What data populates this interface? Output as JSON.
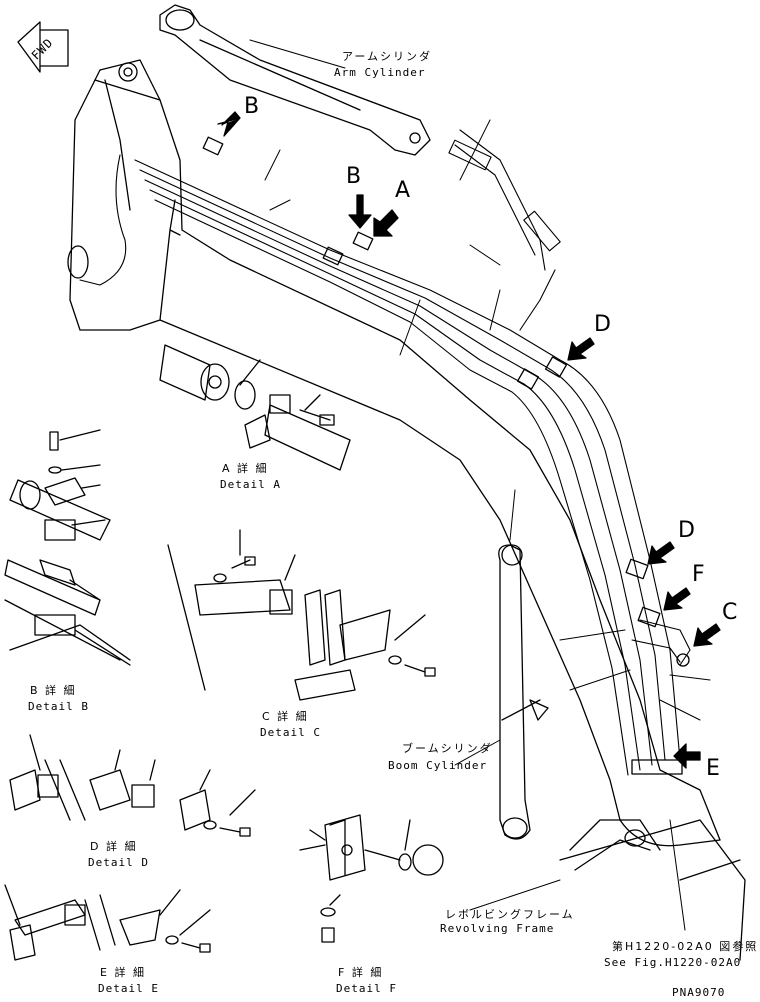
{
  "fwd_label": "FWD",
  "arm_cylinder": {
    "jp": "アームシリンダ",
    "en": "Arm Cylinder"
  },
  "boom_cylinder": {
    "jp": "ブームシリンダ",
    "en": "Boom Cylinder"
  },
  "revolving_frame": {
    "jp": "レボルビングフレーム",
    "en": "Revolving Frame"
  },
  "see_fig": {
    "jp": "第H1220-02A0 図参照",
    "en": "See Fig.H1220-02A0"
  },
  "drawing_code": "PNA9070",
  "callouts": {
    "a": "A",
    "b": "B",
    "c": "C",
    "d": "D",
    "e": "E",
    "f": "F"
  },
  "details": {
    "a": {
      "jp": "A 詳 細",
      "en": "Detail A"
    },
    "b": {
      "jp": "B 詳 細",
      "en": "Detail B"
    },
    "c": {
      "jp": "C 詳 細",
      "en": "Detail C"
    },
    "d": {
      "jp": "D 詳 細",
      "en": "Detail D"
    },
    "e": {
      "jp": "E 詳 細",
      "en": "Detail E"
    },
    "f": {
      "jp": "F 詳 細",
      "en": "Detail F"
    }
  }
}
